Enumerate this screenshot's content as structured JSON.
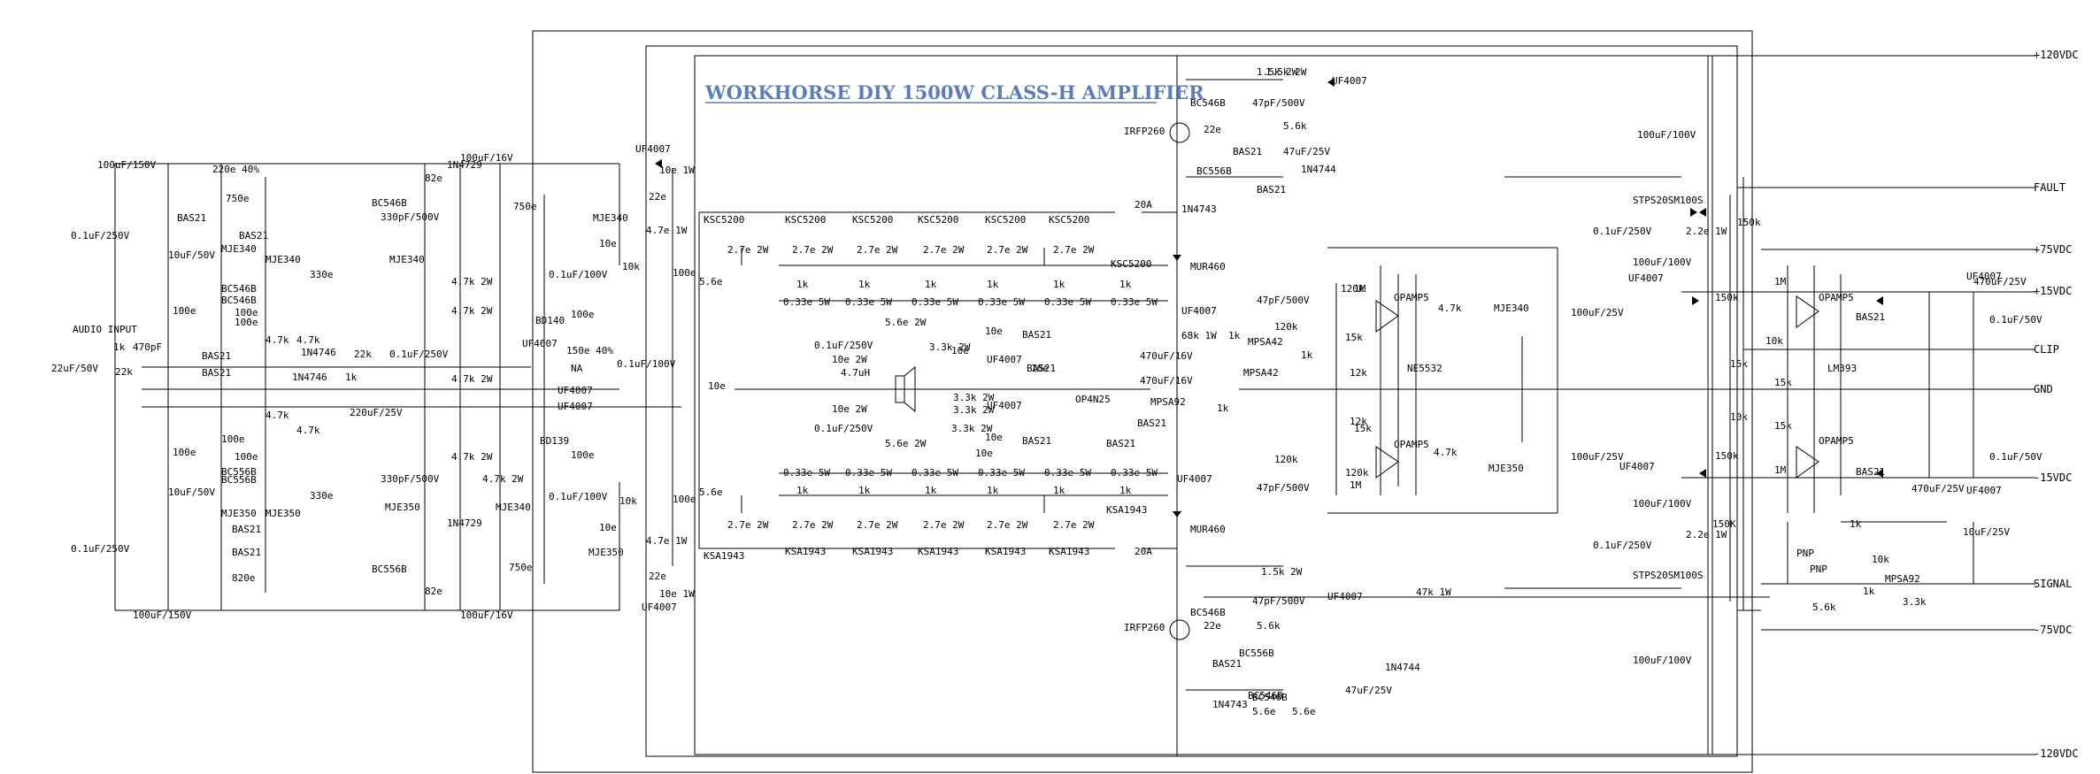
{
  "title": "WORKHORSE DIY 1500W CLASS-H AMPLIFIER",
  "rails": [
    "+120VDC",
    "FAULT",
    "+75VDC",
    "+15VDC",
    "CLIP",
    "GND",
    "-15VDC",
    "SIGNAL",
    "-75VDC",
    "-120VDC"
  ],
  "input": {
    "label": "AUDIO INPUT",
    "cap": "22uF/50V",
    "r1": "1k",
    "c1": "470pF",
    "r2": "22k"
  },
  "left_stage": [
    "100uF/150V",
    "0.1uF/250V",
    "220e 40%",
    "750e",
    "BAS21",
    "BAS21",
    "MJE340",
    "BC546B",
    "BC546B",
    "10uF/50V",
    "MJE340",
    "330e",
    "100e",
    "100e",
    "100e",
    "4.7k",
    "4.7k",
    "BAS21",
    "BAS21",
    "1N4746",
    "1N4746",
    "1k",
    "22k",
    "0.1uF/250V",
    "220uF/25V",
    "4.7k",
    "4.7k",
    "100e",
    "100e",
    "BC556B",
    "BC556B",
    "100e",
    "10uF/50V",
    "MJE350",
    "MJE350",
    "330e",
    "BAS21",
    "BAS21",
    "0.1uF/250V",
    "820e",
    "100uF/150V",
    "BC556B",
    "82e",
    "1N4729",
    "100uF/16V",
    "750e",
    "MJE350",
    "330pF/500V",
    "4.7k 2W",
    "4.7k 2W",
    "4.7k 2W",
    "4.7k 2W",
    "330pF/500V",
    "MJE340",
    "4.7k 2W",
    "MJE340",
    "1N4729",
    "BC546B",
    "82e",
    "100uF/16V",
    "750e"
  ],
  "driver_stage": [
    "UF4007",
    "10e 1W",
    "22e",
    "4.7e 1W",
    "MJE340",
    "10e",
    "10k",
    "0.1uF/100V",
    "100e",
    "BD140",
    "UF4007",
    "150e 40%",
    "NA",
    "UF4007",
    "UF4007",
    "0.1uF/100V",
    "BD139",
    "100e",
    "0.1uF/100V",
    "10k",
    "10e",
    "MJE350",
    "4.7e 1W",
    "22e",
    "UF4007",
    "10e 1W",
    "100e",
    "100e",
    "5.6e",
    "5.6e",
    "10e"
  ],
  "output_stage": [
    "KSC5200",
    "KSC5200",
    "KSC5200",
    "KSC5200",
    "KSC5200",
    "KSC5200",
    "KSC5200",
    "2.7e 2W",
    "2.7e 2W",
    "2.7e 2W",
    "2.7e 2W",
    "2.7e 2W",
    "2.7e 2W",
    "1k",
    "1k",
    "1k",
    "1k",
    "1k",
    "1k",
    "0.33e 5W",
    "0.33e 5W",
    "0.33e 5W",
    "0.33e 5W",
    "0.33e 5W",
    "0.33e 5W",
    "5.6e 2W",
    "0.1uF/250V",
    "10e 2W",
    "4.7uH",
    "10e 2W",
    "0.1uF/250V",
    "5.6e 2W",
    "10e",
    "10e",
    "3.3k 2W",
    "UF4007",
    "BAS21",
    "BAS21",
    "10e",
    "3.3k 2W",
    "3.3k 2W",
    "UF4007",
    "OP4N25",
    "3.3k 2W",
    "10e",
    "BAS21",
    "BAS21",
    "10e",
    "0.33e 5W",
    "0.33e 5W",
    "0.33e 5W",
    "0.33e 5W",
    "0.33e 5W",
    "0.33e 5W",
    "1k",
    "1k",
    "1k",
    "1k",
    "1k",
    "1k",
    "2.7e 2W",
    "2.7e 2W",
    "2.7e 2W",
    "2.7e 2W",
    "2.7e 2W",
    "2.7e 2W",
    "KSA1943",
    "KSA1943",
    "KSA1943",
    "KSA1943",
    "KSA1943",
    "KSA1943",
    "KSA1943"
  ],
  "rail_switch": [
    "1.5k 2W",
    "UF4007",
    "BC546B",
    "47pF/500V",
    "IRFP260",
    "22e",
    "5.6k",
    "BAS21",
    "BC556B",
    "47uF/25V",
    "1N4744",
    "BAS21",
    "1N4743",
    "20A",
    "MUR460",
    "UF4007",
    "68k 1W",
    "1k",
    "470uF/16V",
    "470uF/16V",
    "MPSA42",
    "MPSA42",
    "1k",
    "MPSA92",
    "1k",
    "BAS21",
    "UF4007",
    "MUR460",
    "20A",
    "1.5k 2W",
    "UF4007",
    "BC546B",
    "47pF/500V",
    "IRFP260",
    "22e",
    "5.6k",
    "BAS21",
    "BC556B",
    "1N4743",
    "BC546B",
    "BC546B",
    "5.6e",
    "5.6e",
    "1N4744",
    "47uF/25V"
  ],
  "protection": [
    "47pF/500V",
    "120k",
    "120k",
    "1M",
    "15k",
    "12k",
    "12k",
    "15k",
    "1M",
    "120k",
    "120k",
    "47pF/500V",
    "OPAMP5",
    "4.7k",
    "MJE340",
    "NE5532",
    "OPAMP5",
    "4.7k",
    "MJE350",
    "100uF/25V",
    "UF4007",
    "100uF/25V",
    "UF4007"
  ],
  "rectifier": [
    "100uF/100V",
    "1.5k 2W",
    "STPS20SM100S",
    "0.1uF/250V",
    "2.2e 1W",
    "150k",
    "100uF/100V",
    "100uF/100V",
    "150K",
    "0.1uF/250V",
    "2.2e 1W",
    "STPS20SM100S",
    "47k 1W",
    "100uF/100V"
  ],
  "clip_detect": [
    "1M",
    "150k",
    "OPAMP5",
    "BAS21",
    "470uF/25V",
    "UF4007",
    "0.1uF/50V",
    "10k",
    "15k",
    "15k",
    "10k",
    "15k",
    "LM393",
    "150k",
    "1M",
    "OPAMP5",
    "BAS21",
    "470uF/25V",
    "UF4007",
    "0.1uF/50V",
    "1k",
    "10uF/25V",
    "PNP",
    "PNP",
    "10k",
    "MPSA92",
    "1k",
    "5.6k",
    "3.3k"
  ]
}
